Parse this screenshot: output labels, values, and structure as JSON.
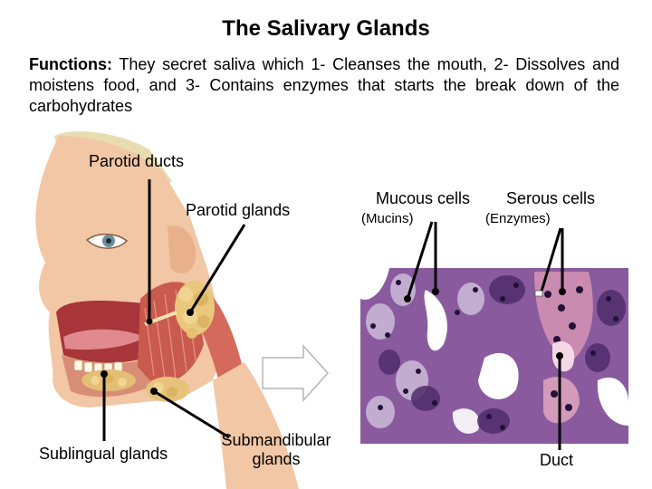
{
  "title": "The Salivary Glands",
  "description": {
    "lead": "Functions:",
    "text": " They secret saliva which 1- Cleanses the mouth, 2- Dissolves and moistens food, and 3- Contains enzymes that starts the break down of the carbohydrates"
  },
  "labels": {
    "parotid_ducts": "Parotid ducts",
    "parotid_glands": "Parotid glands",
    "sublingual_glands": "Sublingual glands",
    "submandibular_line1": "Submandibular",
    "submandibular_line2": "glands",
    "mucous_cells": "Mucous cells",
    "mucins": "(Mucins)",
    "serous_cells": "Serous cells",
    "enzymes": "(Enzymes)",
    "duct": "Duct"
  }
}
